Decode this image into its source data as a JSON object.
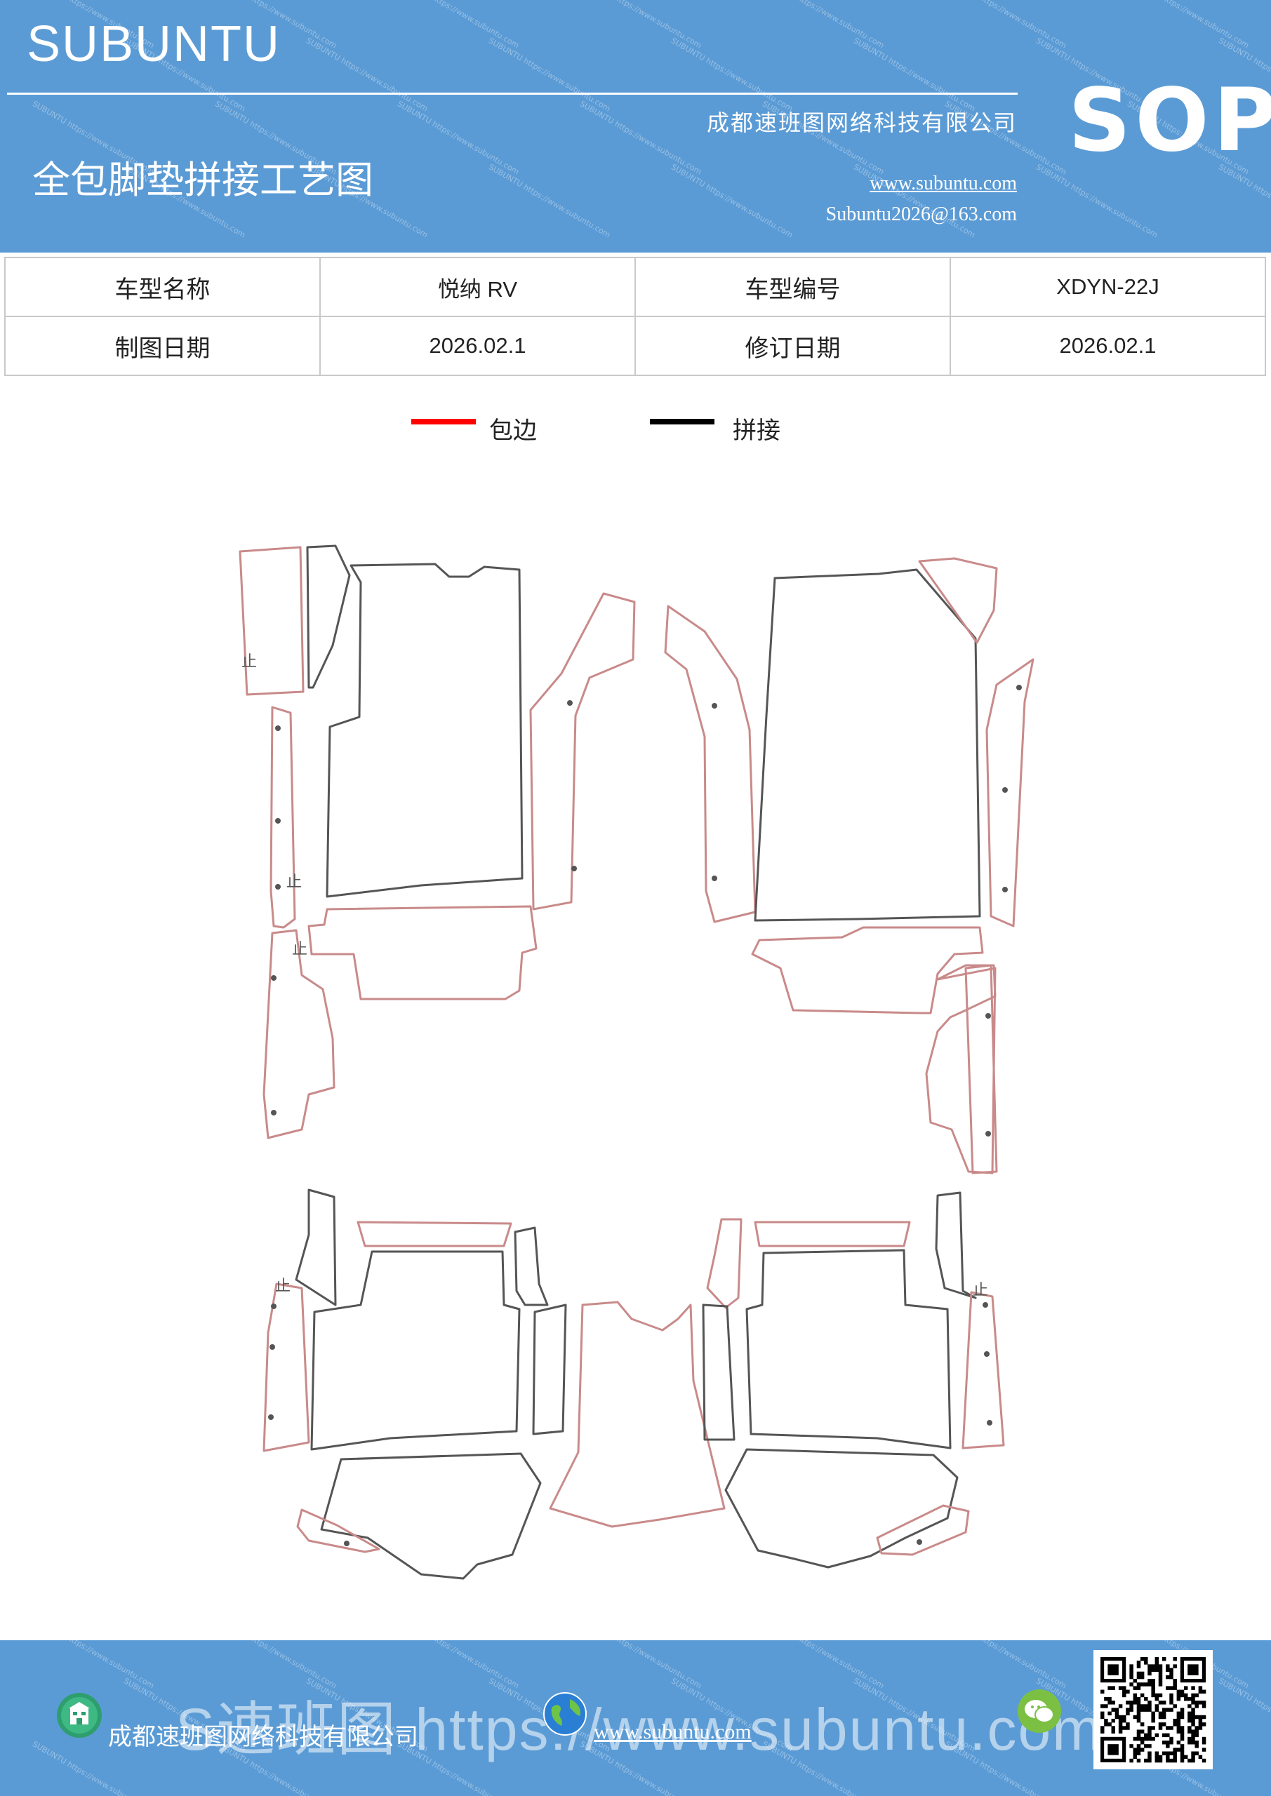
{
  "header": {
    "brand": "SUBUNTU",
    "company": "成都速班图网络科技有限公司",
    "title": "全包脚垫拼接工艺图",
    "website": "www.subuntu.com",
    "email": "Subuntu2026@163.com",
    "badge": "SOP"
  },
  "info_table": {
    "rows": [
      {
        "label1": "车型名称",
        "value1": "悦纳 RV",
        "label2": "车型编号",
        "value2": "XDYN-22J"
      },
      {
        "label1": "制图日期",
        "value1": "2026.02.1",
        "label2": "修订日期",
        "value2": "2026.02.1"
      }
    ]
  },
  "legend": {
    "items": [
      {
        "label": "包边",
        "color": "#ff0000"
      },
      {
        "label": "拼接",
        "color": "#000000"
      }
    ]
  },
  "diagram": {
    "marker_label": "止",
    "edge_color": "#c98a8a",
    "seam_color": "#555555"
  },
  "footer": {
    "watermark": "S速班图 https://www.subuntu.com",
    "company": "成都速班图网络科技有限公司",
    "website": "www.subuntu.com"
  },
  "watermark_text": "SUBUNTU https://www.subuntu.com",
  "colors": {
    "header_bg": "#5b9bd5",
    "footer_bg": "#5b9bd5"
  },
  "icons": [
    "building-icon",
    "globe-icon",
    "wechat-icon",
    "qr-code"
  ]
}
